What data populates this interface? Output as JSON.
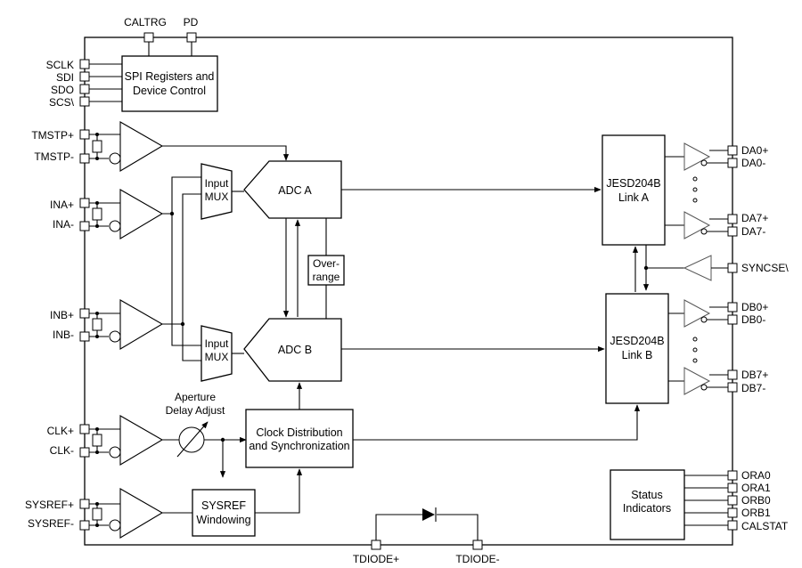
{
  "top_pins": [
    "CALTRG",
    "PD"
  ],
  "left_pins": {
    "sclk": "SCLK",
    "sdi": "SDI",
    "sdo": "SDO",
    "scs": "SCS\\",
    "tmstp_p": "TMSTP+",
    "tmstp_n": "TMSTP-",
    "ina_p": "INA+",
    "ina_n": "INA-",
    "inb_p": "INB+",
    "inb_n": "INB-",
    "clk_p": "CLK+",
    "clk_n": "CLK-",
    "sysref_p": "SYSREF+",
    "sysref_n": "SYSREF-"
  },
  "right_pins": {
    "da0_p": "DA0+",
    "da0_n": "DA0-",
    "da7_p": "DA7+",
    "da7_n": "DA7-",
    "syncse": "SYNCSE\\",
    "db0_p": "DB0+",
    "db0_n": "DB0-",
    "db7_p": "DB7+",
    "db7_n": "DB7-",
    "ora0": "ORA0",
    "ora1": "ORA1",
    "orb0": "ORB0",
    "orb1": "ORB1",
    "calstat": "CALSTAT"
  },
  "bottom_pins": [
    "TDIODE+",
    "TDIODE-"
  ],
  "blocks": {
    "spi": [
      "SPI Registers and",
      "Device Control"
    ],
    "input_mux": [
      "Input",
      "MUX"
    ],
    "adc_a": "ADC A",
    "adc_b": "ADC B",
    "overrange": [
      "Over-",
      "range"
    ],
    "jesd_a": [
      "JESD204B",
      "Link A"
    ],
    "jesd_b": [
      "JESD204B",
      "Link B"
    ],
    "clock": [
      "Clock Distribution",
      "and Synchronization"
    ],
    "sysref_win": [
      "SYSREF",
      "Windowing"
    ],
    "status": [
      "Status",
      "Indicators"
    ],
    "aperture": [
      "Aperture",
      "Delay Adjust"
    ]
  }
}
